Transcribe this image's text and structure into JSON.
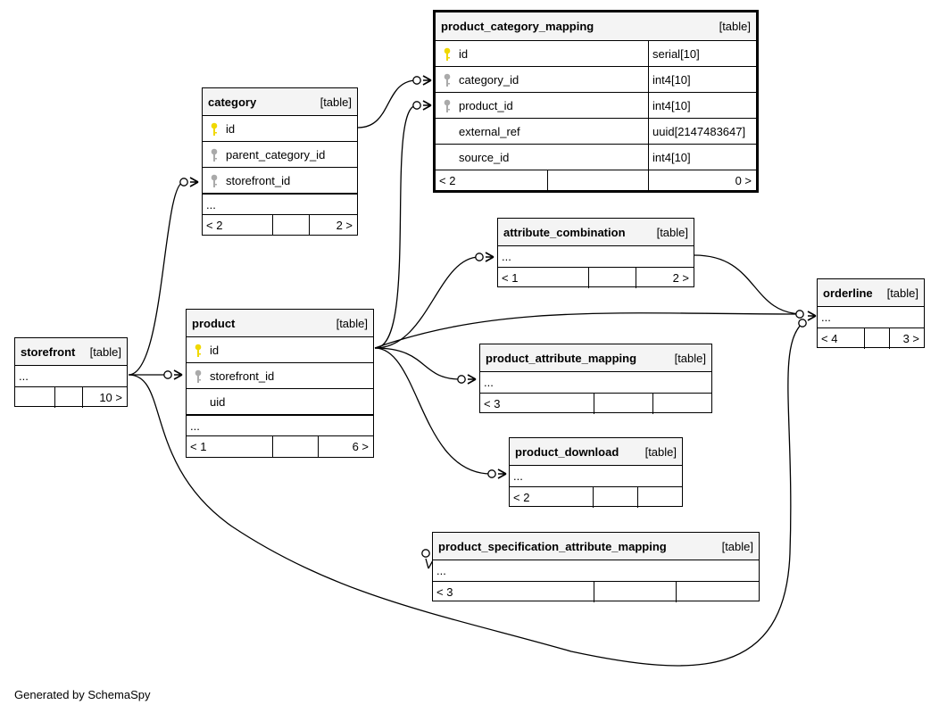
{
  "footer": {
    "generated_by": "Generated by SchemaSpy"
  },
  "tables": {
    "product_category_mapping": {
      "name": "product_category_mapping",
      "kind": "[table]",
      "columns": [
        {
          "name": "id",
          "type": "serial[10]",
          "key": "primary"
        },
        {
          "name": "category_id",
          "type": "int4[10]",
          "key": "foreign"
        },
        {
          "name": "product_id",
          "type": "int4[10]",
          "key": "foreign"
        },
        {
          "name": "external_ref",
          "type": "uuid[2147483647]",
          "key": "none"
        },
        {
          "name": "source_id",
          "type": "int4[10]",
          "key": "none"
        }
      ],
      "parents": "< 2",
      "children": "0 >"
    },
    "category": {
      "name": "category",
      "kind": "[table]",
      "columns": [
        {
          "name": "id",
          "key": "primary"
        },
        {
          "name": "parent_category_id",
          "key": "foreign"
        },
        {
          "name": "storefront_id",
          "key": "foreign"
        }
      ],
      "ellipsis": "...",
      "parents": "< 2",
      "children": "2 >"
    },
    "attribute_combination": {
      "name": "attribute_combination",
      "kind": "[table]",
      "ellipsis": "...",
      "parents": "< 1",
      "children": "2 >"
    },
    "orderline": {
      "name": "orderline",
      "kind": "[table]",
      "ellipsis": "...",
      "parents": "< 4",
      "children": "3 >"
    },
    "storefront": {
      "name": "storefront",
      "kind": "[table]",
      "ellipsis": "...",
      "parents": "",
      "children": "10 >"
    },
    "product": {
      "name": "product",
      "kind": "[table]",
      "columns": [
        {
          "name": "id",
          "key": "primary"
        },
        {
          "name": "storefront_id",
          "key": "foreign"
        },
        {
          "name": "uid",
          "key": "none"
        }
      ],
      "ellipsis": "...",
      "parents": "< 1",
      "children": "6 >"
    },
    "product_attribute_mapping": {
      "name": "product_attribute_mapping",
      "kind": "[table]",
      "ellipsis": "...",
      "parents": "< 3",
      "children": ""
    },
    "product_download": {
      "name": "product_download",
      "kind": "[table]",
      "ellipsis": "...",
      "parents": "< 2",
      "children": ""
    },
    "product_specification_attribute_mapping": {
      "name": "product_specification_attribute_mapping",
      "kind": "[table]",
      "ellipsis": "...",
      "parents": "< 3",
      "children": ""
    }
  },
  "colors": {
    "primary_key": "#f0d800",
    "foreign_key": "#aaaaaa",
    "header_bg": "#f4f4f4",
    "line": "#000000"
  }
}
